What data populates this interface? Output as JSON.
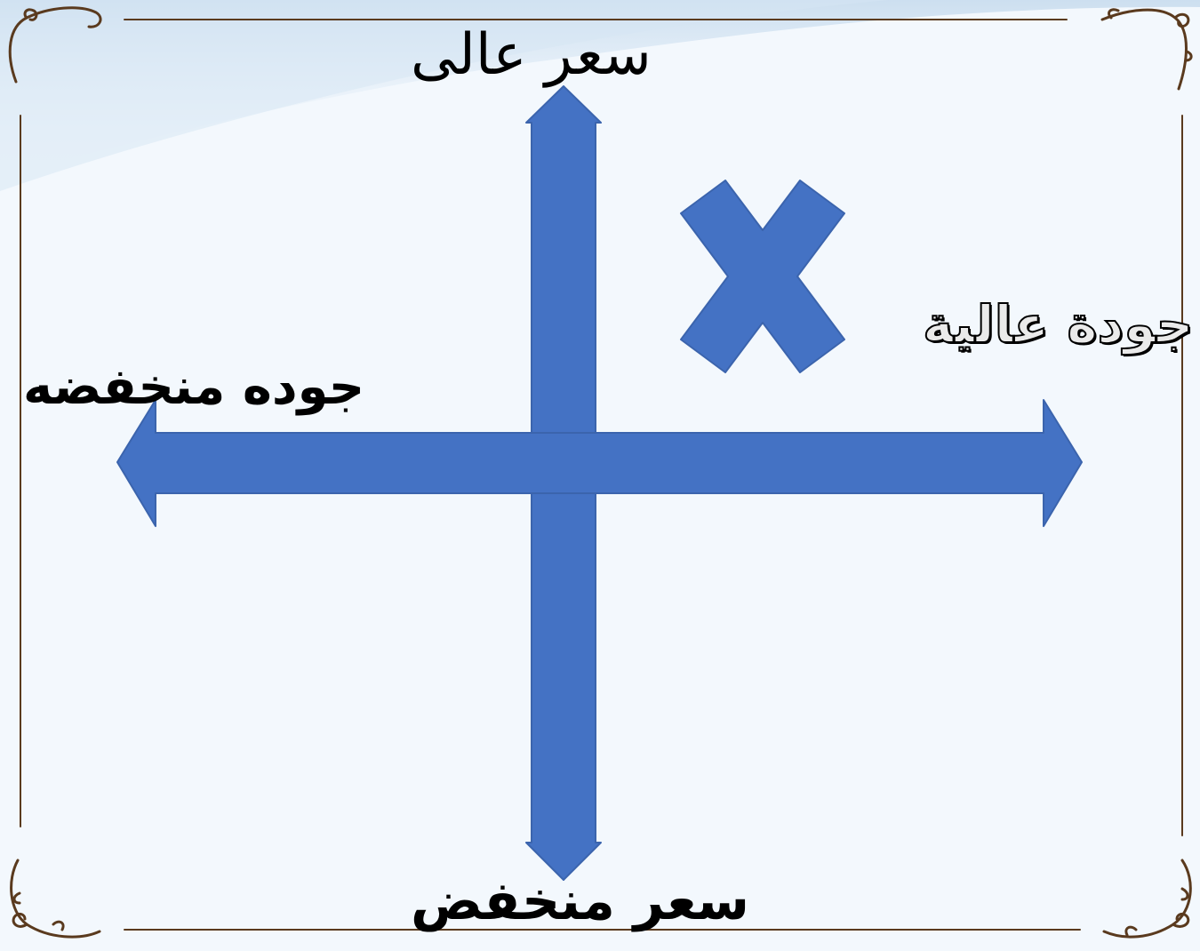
{
  "labels": {
    "top": "سعر عالى",
    "bottom": "سعر منخفض",
    "left": "جوده منخفضه",
    "right": "جودة عالية"
  },
  "colors": {
    "arrow_fill": "#4472c4",
    "arrow_stroke": "#3b64ad",
    "frame": "#5a3a1e",
    "background": "#f3f8fd"
  },
  "icons": {
    "marker": "cross-mark-icon"
  }
}
